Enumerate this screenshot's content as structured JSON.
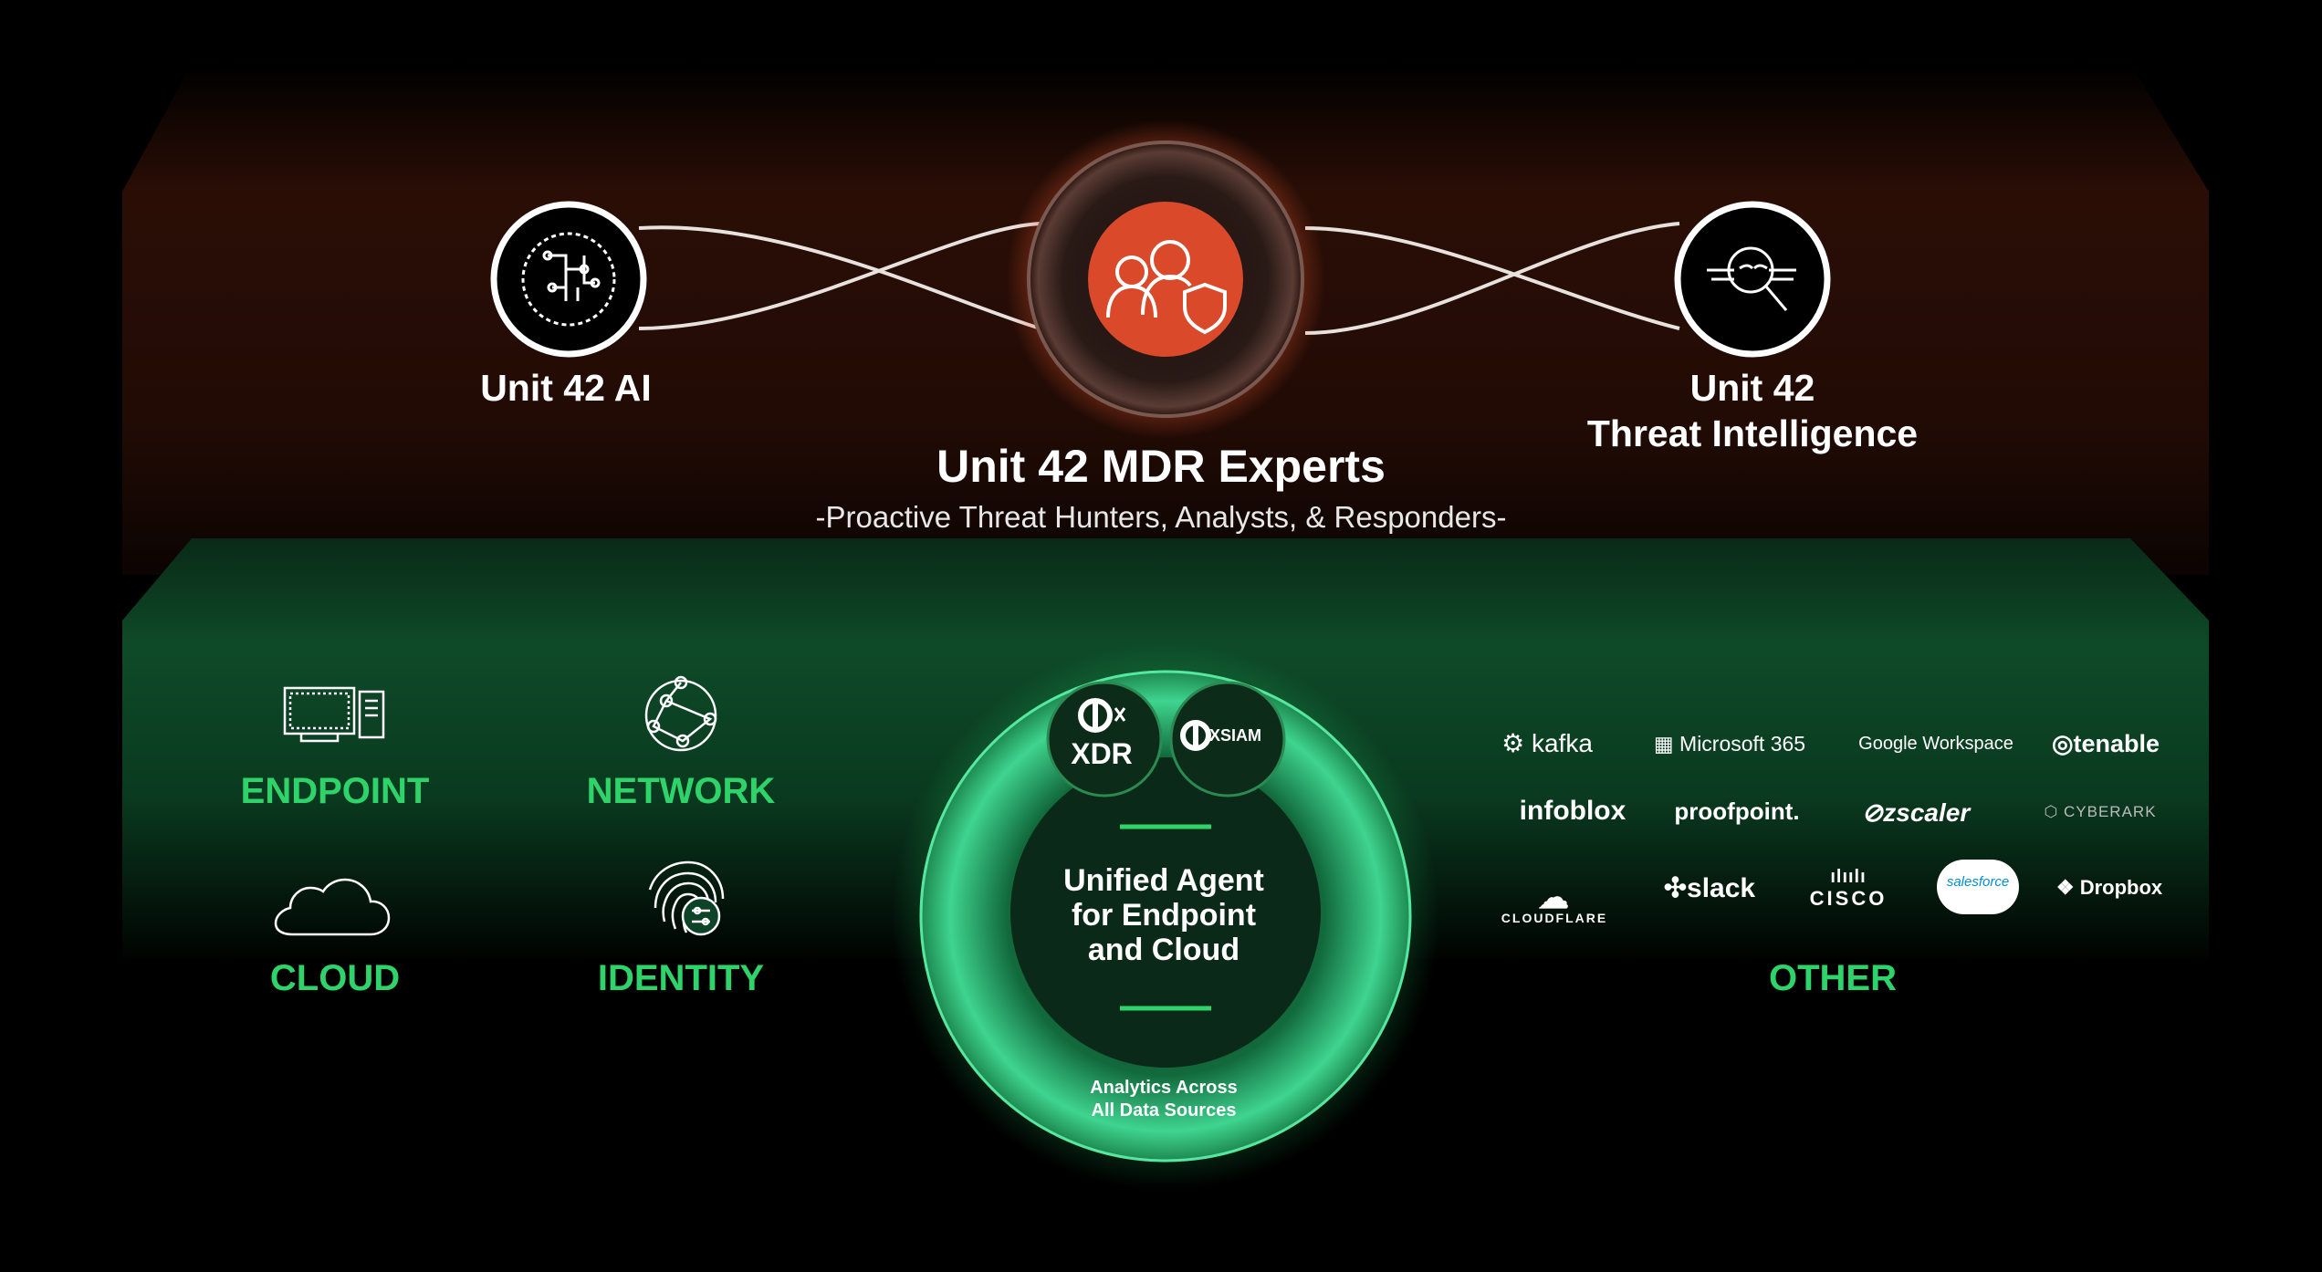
{
  "top": {
    "left_node": {
      "label": "Unit 42 AI",
      "icon": "ai-brain-icon"
    },
    "right_node": {
      "label_line1": "Unit 42",
      "label_line2": "Threat Intelligence",
      "icon": "threat-intel-icon"
    },
    "center_node": {
      "title": "Unit 42 MDR Experts",
      "subtitle": "-Proactive Threat Hunters, Analysts, & Responders-",
      "icon": "experts-shield-icon"
    }
  },
  "sources": {
    "endpoint": {
      "label": "ENDPOINT",
      "icon": "computer-icon"
    },
    "network": {
      "label": "NETWORK",
      "icon": "network-icon"
    },
    "cloud": {
      "label": "CLOUD",
      "icon": "cloud-icon"
    },
    "identity": {
      "label": "IDENTITY",
      "icon": "fingerprint-icon"
    },
    "other": {
      "label": "OTHER"
    }
  },
  "core": {
    "xdr_label": "XDR",
    "xsiam_label": "XSIAM",
    "title_line1": "Unified Agent",
    "title_line2": "for Endpoint",
    "title_line3": "and Cloud",
    "analytics_line1": "Analytics Across",
    "analytics_line2": "All Data Sources"
  },
  "partners": [
    "kafka",
    "Microsoft 365",
    "Google Workspace",
    "tenable",
    "infoblox",
    "proofpoint.",
    "zscaler",
    "CYBERARK",
    "CLOUDFLARE",
    "slack",
    "CISCO",
    "salesforce",
    "Dropbox"
  ],
  "colors": {
    "accent_green": "#2ed46a",
    "accent_orange": "#d9492a",
    "top_band": "#3a1408",
    "bottom_band": "#0f5a30"
  }
}
